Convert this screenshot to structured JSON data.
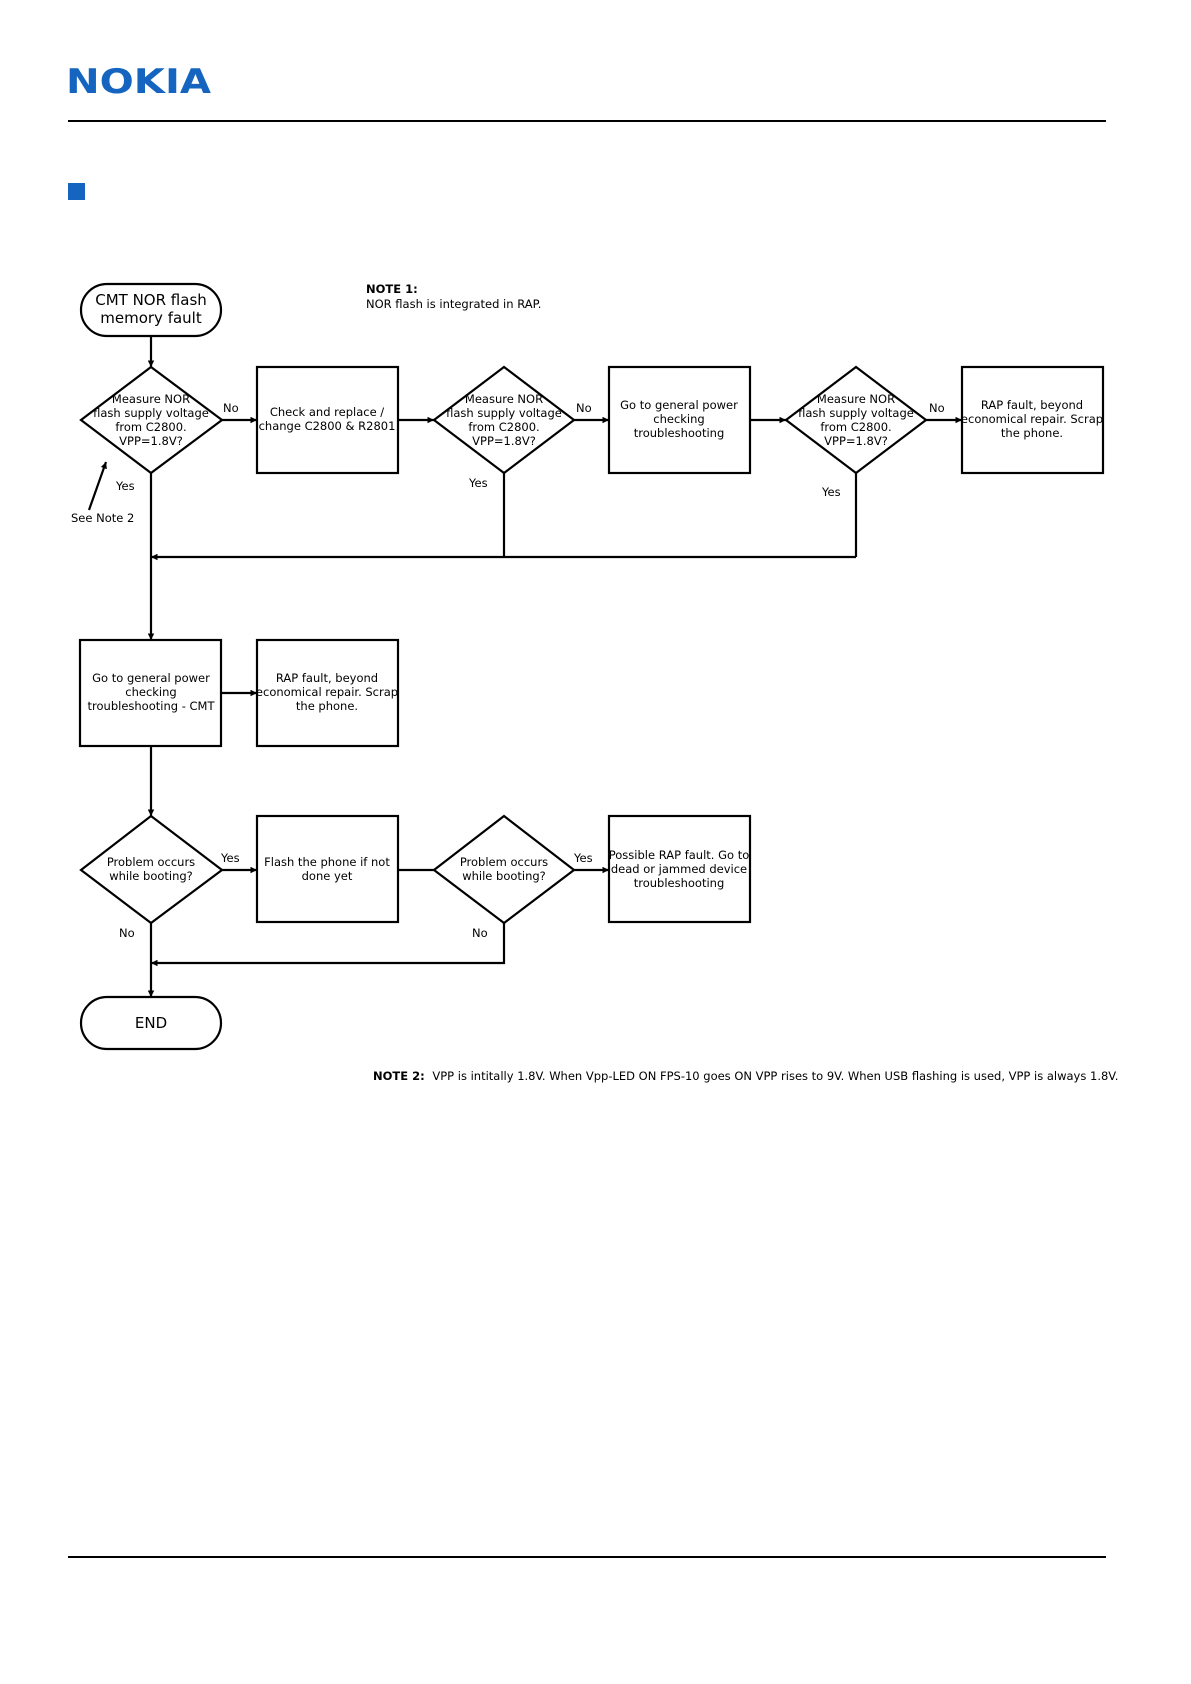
{
  "brand": {
    "logo_text": "NOKIA",
    "logo_color": "#1565c0",
    "section_marker_color": "#1565c0"
  },
  "notes": {
    "note1_title": "NOTE 1:",
    "note1_text": "NOR flash is integrated in RAP.",
    "note2_title": "NOTE 2:",
    "note2_text": "VPP is intitally 1.8V. When Vpp-LED ON FPS-10 goes ON VPP rises to 9V. When USB flashing is used, VPP is always 1.8V.",
    "see_note2": "See Note 2"
  },
  "nodes": {
    "start": [
      "CMT NOR flash",
      "memory fault"
    ],
    "measure1": [
      "Measure NOR",
      "flash supply voltage",
      "from C2800.",
      "VPP=1.8V?"
    ],
    "check_replace": [
      "Check and replace /",
      "change C2800 & R2801"
    ],
    "measure2": [
      "Measure NOR",
      "flash supply voltage",
      "from C2800.",
      "VPP=1.8V?"
    ],
    "general_power1": [
      "Go to general power",
      "checking",
      "troubleshooting"
    ],
    "measure3": [
      "Measure NOR",
      "flash supply voltage",
      "from C2800.",
      "VPP=1.8V?"
    ],
    "rap_fault1": [
      "RAP fault, beyond",
      "economical repair. Scrap",
      "the phone."
    ],
    "general_power_cmt": [
      "Go to general power",
      "checking",
      "troubleshooting - CMT"
    ],
    "rap_fault2": [
      "RAP fault, beyond",
      "economical repair. Scrap",
      "the phone."
    ],
    "problem1": [
      "Problem occurs",
      "while booting?"
    ],
    "flash_phone": [
      "Flash the phone if not",
      "done yet"
    ],
    "problem2": [
      "Problem occurs",
      "while booting?"
    ],
    "possible_rap": [
      "Possible RAP fault. Go to",
      "dead or jammed device",
      "troubleshooting"
    ],
    "end": [
      "END"
    ]
  },
  "edge_labels": {
    "m1_no": "No",
    "m1_yes": "Yes",
    "m2_no": "No",
    "m2_yes": "Yes",
    "m3_no": "No",
    "m3_yes": "Yes",
    "p1_yes": "Yes",
    "p1_no": "No",
    "p2_yes": "Yes",
    "p2_no": "No"
  }
}
